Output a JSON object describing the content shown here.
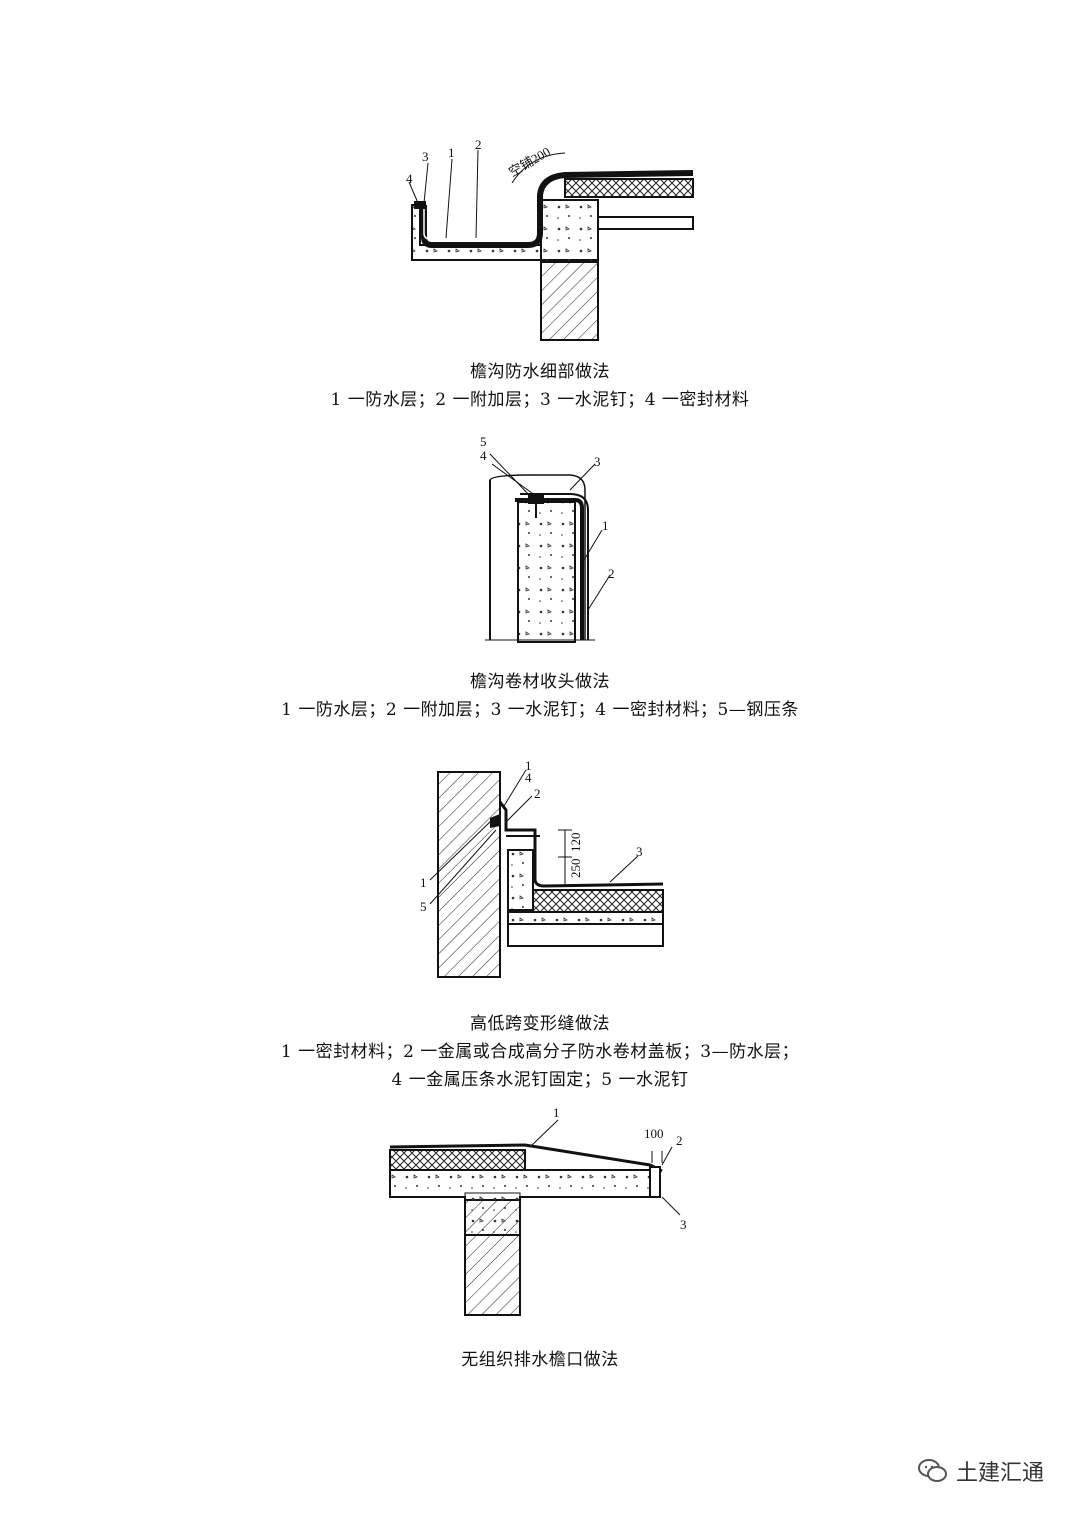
{
  "figures": [
    {
      "title": "檐沟防水细部做法",
      "legend": [
        "1 一防水层；2 一附加层；3 一水泥钉；4 一密封材料"
      ],
      "labels": {
        "n1": "1",
        "n2": "2",
        "n3": "3",
        "n4": "4",
        "dim": "空铺200"
      }
    },
    {
      "title": "檐沟卷材收头做法",
      "legend": [
        "1 一防水层；2 一附加层；3 一水泥钉；4 一密封材料；5—钢压条"
      ],
      "labels": {
        "n1": "1",
        "n2": "2",
        "n3": "3",
        "n4": "4",
        "n5": "5"
      }
    },
    {
      "title": "高低跨变形缝做法",
      "legend": [
        "1 一密封材料；2 一金属或合成高分子防水卷材盖板；3—防水层；",
        "4 一金属压条水泥钉固定；5 一水泥钉"
      ],
      "labels": {
        "n1a": "1",
        "n4": "4",
        "n2": "2",
        "n1b": "1",
        "n5": "5",
        "n3": "3",
        "d120": "120",
        "d250": "250"
      }
    },
    {
      "title": "无组织排水檐口做法",
      "labels": {
        "n1": "1",
        "n2": "2",
        "n3": "3",
        "d100": "100"
      }
    }
  ],
  "watermark": {
    "text": "土建汇通",
    "icon": "wechat-icon"
  }
}
